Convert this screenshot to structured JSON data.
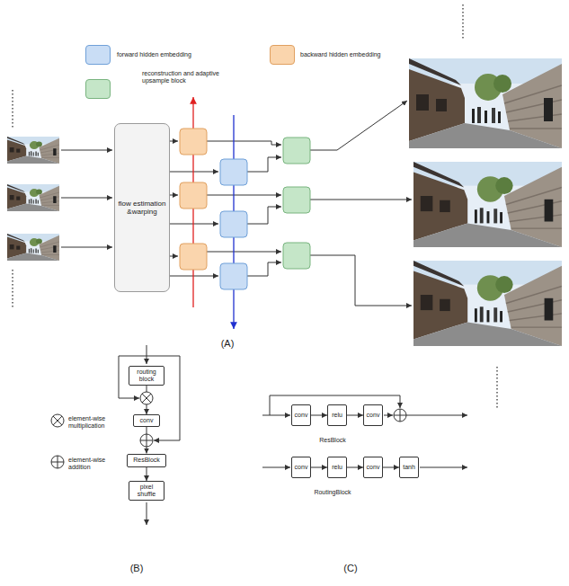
{
  "diagram": {
    "nodes": [
      {
        "text": [
          "flow estimation &warping"
        ]
      },
      {
        "text": [
          "routing block"
        ]
      },
      {
        "text": [
          "conv"
        ]
      },
      {
        "text": [
          "ResBlock"
        ]
      },
      {
        "text": [
          "pixel shuffle"
        ]
      },
      {
        "text": [
          "conv"
        ]
      },
      {
        "text": [
          "relu"
        ]
      },
      {
        "text": [
          "conv"
        ]
      },
      {
        "text": [
          "conv"
        ]
      },
      {
        "text": [
          "relu"
        ]
      },
      {
        "text": [
          "conv"
        ]
      },
      {
        "text": [
          "tanh"
        ]
      }
    ],
    "edges": [
      {
        "from": 1,
        "to": 2,
        "arrow": "to"
      },
      {
        "from": 2,
        "to": 3,
        "arrow": "to"
      },
      {
        "from": 3,
        "to": 4,
        "arrow": "to"
      },
      {
        "from": 5,
        "to": 6,
        "arrow": "to"
      },
      {
        "from": 6,
        "to": 7,
        "arrow": "to"
      },
      {
        "from": 8,
        "to": 9,
        "arrow": "to"
      },
      {
        "from": 9,
        "to": 10,
        "arrow": "to"
      },
      {
        "from": 10,
        "to": 11,
        "arrow": "to"
      }
    ],
    "labels": [
      "(A)",
      "(B)",
      "(C)",
      "ResBlock",
      "RoutingBlock"
    ],
    "legend": [
      {
        "text": "forward hidden embedding",
        "color": "#c9ddf5"
      },
      {
        "text": "backward hidden embedding",
        "color": "#fad5ad"
      },
      {
        "text": "reconstruction and adaptive upsample block",
        "color": "#c5e6c8"
      },
      {
        "text": "element-wise multiplication"
      },
      {
        "text": "element-wise addition"
      }
    ]
  }
}
